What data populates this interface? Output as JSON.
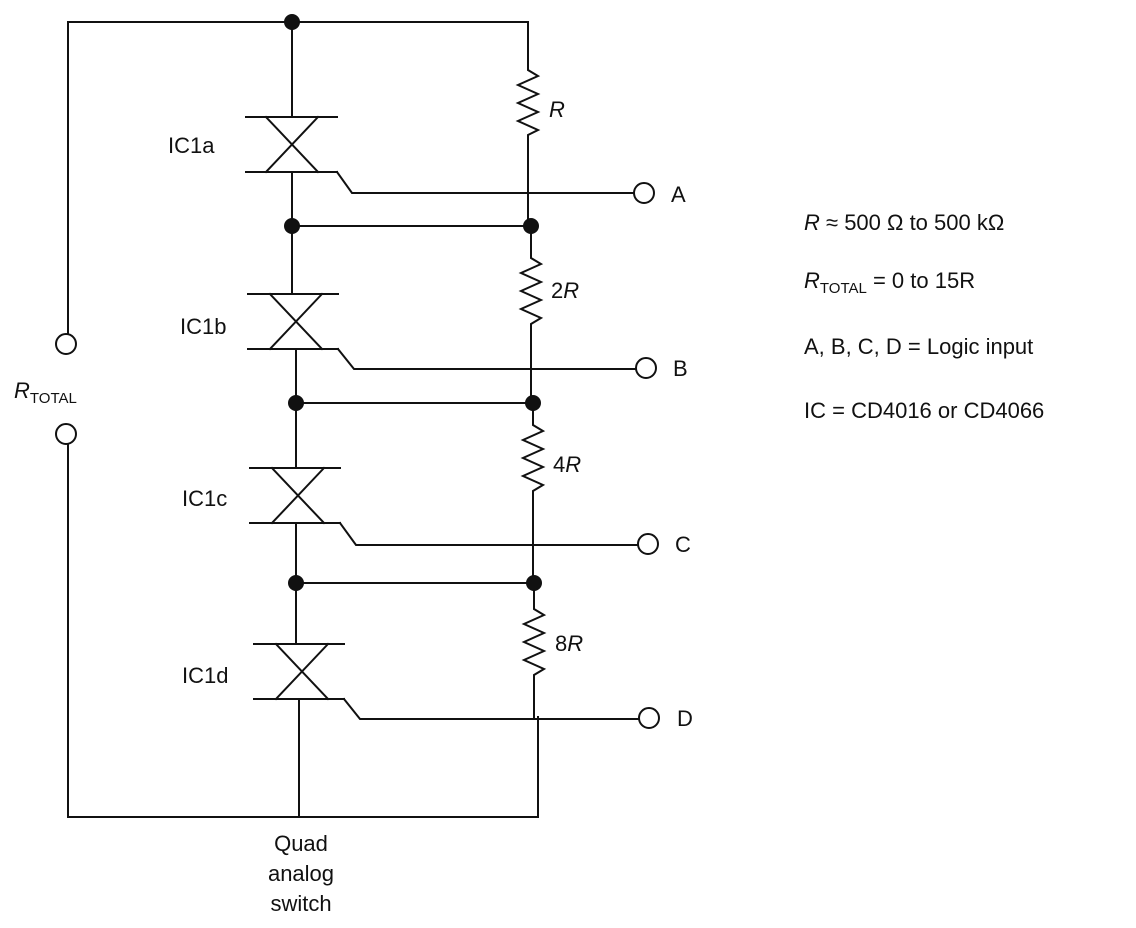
{
  "switches": [
    {
      "label": "IC1a"
    },
    {
      "label": "IC1b"
    },
    {
      "label": "IC1c"
    },
    {
      "label": "IC1d"
    }
  ],
  "resistors": [
    {
      "coef": "",
      "sym": "R"
    },
    {
      "coef": "2",
      "sym": "R"
    },
    {
      "coef": "4",
      "sym": "R"
    },
    {
      "coef": "8",
      "sym": "R"
    }
  ],
  "inputs": [
    "A",
    "B",
    "C",
    "D"
  ],
  "rtotal": {
    "symbol": "R",
    "subscript": "TOTAL"
  },
  "switch_caption": [
    "Quad",
    "analog",
    "switch"
  ],
  "notes": {
    "r_range": {
      "sym": "R",
      "text": " ≈ 500 Ω to 500 kΩ"
    },
    "rtotal_range": {
      "sym": "R",
      "sub": "TOTAL",
      "text": " = 0 to 15R"
    },
    "logic": "A, B, C, D = Logic input",
    "ic": "IC = CD4016 or CD4066"
  }
}
